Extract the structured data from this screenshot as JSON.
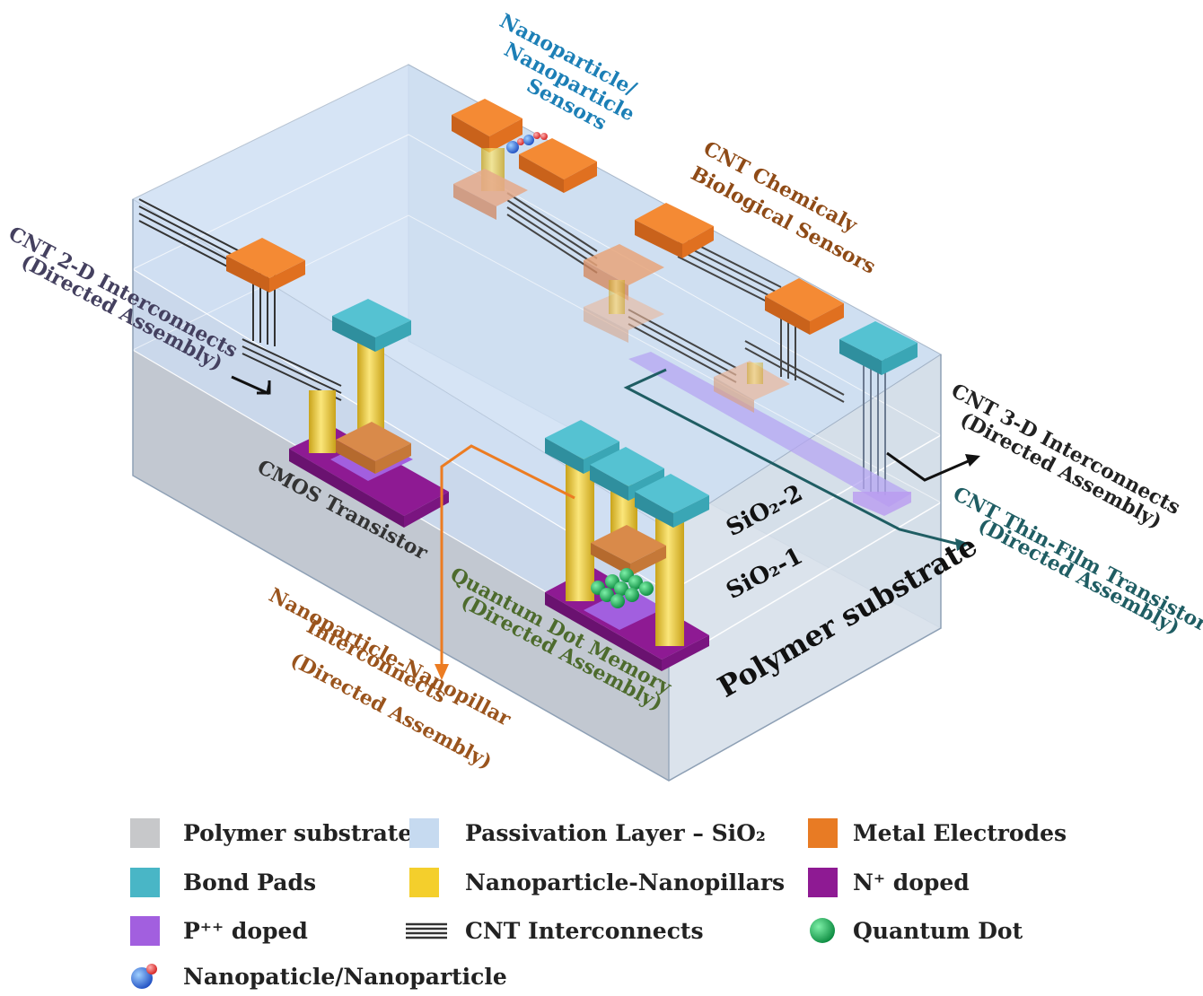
{
  "colors": {
    "polymer": "#c7c8ca",
    "passivation": "#c6daf0",
    "metal": "#e87b24",
    "bond_pad": "#49b6c6",
    "nanopillar": "#f4cf2c",
    "n_doped": "#8e1a93",
    "p_doped": "#a25fdf",
    "cnt": "#3a3a3a",
    "quantum_dot": "#12a34f",
    "label_blue": "#1c7fb6",
    "label_brown": "#8f4b17",
    "label_gray": "#44405f",
    "label_green": "#4d6b2d",
    "label_teal": "#1f5d63",
    "label_orange_text": "#9a541d",
    "arrow_orange": "#ec7c22"
  },
  "labels": {
    "np_sensors": [
      "Nanoparticle/",
      "Nanoparticle",
      "Sensors"
    ],
    "cnt_chem": [
      "CNT  Chemicaly",
      "Biological Sensors"
    ],
    "cnt_2d": [
      "CNT 2-D Interconnects",
      "(Directed Assembly)"
    ],
    "cnt_3d": [
      "CNT 3-D Interconnects",
      "(Directed Assembly)"
    ],
    "cnt_tft": [
      "CNT Thin-Film Transistor",
      "(Directed Assembly)"
    ],
    "cmos": "CMOS Transistor",
    "qd_memory": [
      "Quantum Dot Memory",
      "(Directed Assembly)"
    ],
    "np_pillar": [
      "Nanoparticle-Nanopillar",
      "Interconnects",
      "(Directed Assembly)"
    ],
    "sio2_2": "SiO₂-2",
    "sio2_1": "SiO₂-1",
    "polymer_substrate": "Polymer substrate"
  },
  "legend": {
    "polymer": "Polymer substrate",
    "passivation": "Passivation Layer – SiO₂",
    "metal": "Metal Electrodes",
    "bond_pads": "Bond Pads",
    "nanopillars": "Nanoparticle-Nanopillars",
    "n_doped": "N⁺ doped",
    "p_doped": "P⁺⁺ doped",
    "cnt": "CNT Interconnects",
    "quantum_dot": "Quantum Dot",
    "nanoparticle": "Nanopaticle/Nanoparticle"
  }
}
